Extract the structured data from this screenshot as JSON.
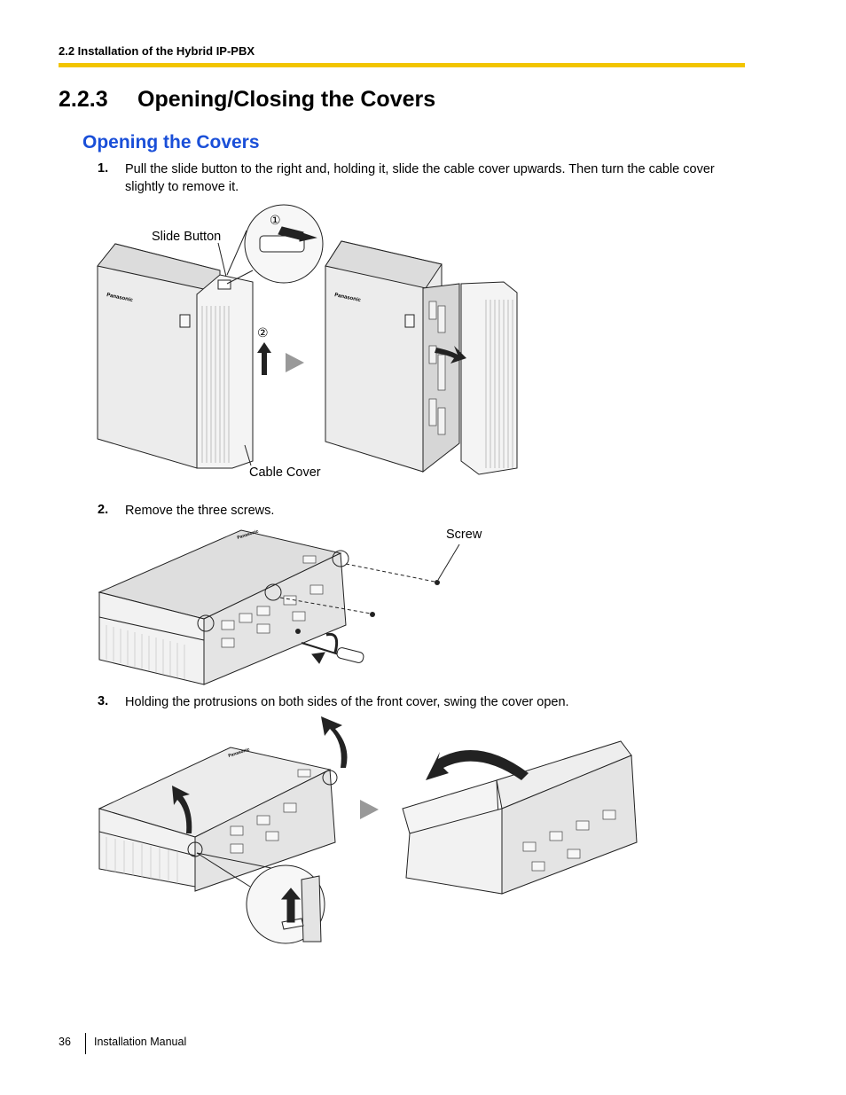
{
  "header": {
    "section_label": "2.2 Installation of the Hybrid IP-PBX"
  },
  "section": {
    "number": "2.2.3",
    "title": "Opening/Closing the Covers"
  },
  "subsection": {
    "title": "Opening the Covers"
  },
  "steps": [
    {
      "number": "1.",
      "line1": "Pull the slide button to the right and, holding it, slide the cable cover upwards. Then turn the cable cover",
      "line2": "slightly to remove it."
    },
    {
      "number": "2.",
      "text": "Remove the three screws."
    },
    {
      "number": "3.",
      "text": "Holding the protrusions on both sides of the front cover, swing the cover open."
    }
  ],
  "figure1": {
    "slide_button_label": "Slide Button",
    "cable_cover_label": "Cable Cover",
    "callout1": "①",
    "callout2": "②",
    "brand": "Panasonic"
  },
  "figure2": {
    "screw_label": "Screw",
    "brand": "Panasonic"
  },
  "figure3": {
    "brand": "Panasonic"
  },
  "footer": {
    "page_number": "36",
    "doc_title": "Installation Manual"
  }
}
